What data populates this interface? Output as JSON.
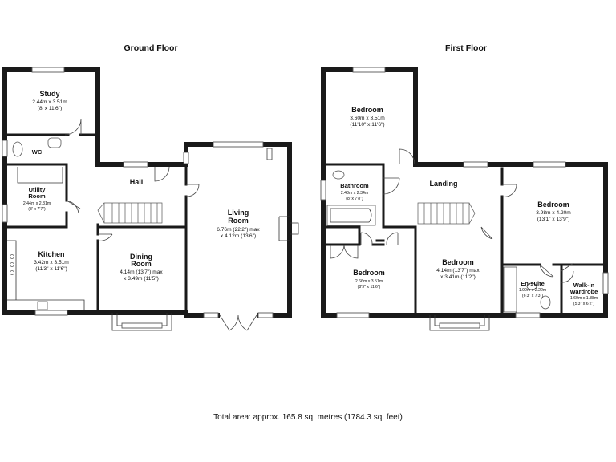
{
  "floors": {
    "ground": {
      "title": "Ground Floor",
      "rooms": {
        "study": {
          "name": "Study",
          "dim1": "2.44m x 3.51m",
          "dim2": "(8' x 11'6\")"
        },
        "wc": {
          "name": "WC"
        },
        "hall": {
          "name": "Hall"
        },
        "utility": {
          "name1": "Utility",
          "name2": "Room",
          "dim1": "2.44m x 2.31m",
          "dim2": "(8' x 7'7\")"
        },
        "kitchen": {
          "name": "Kitchen",
          "dim1": "3.42m x 3.51m",
          "dim2": "(11'3\" x 11'6\")"
        },
        "dining": {
          "name1": "Dining",
          "name2": "Room",
          "dim1": "4.14m (13'7\") max",
          "dim2": "x 3.49m (11'5\")"
        },
        "living": {
          "name1": "Living",
          "name2": "Room",
          "dim1": "6.76m (22'2\") max",
          "dim2": "x 4.12m (13'6\")"
        }
      }
    },
    "first": {
      "title": "First Floor",
      "rooms": {
        "bed_a": {
          "name": "Bedroom",
          "dim1": "3.60m x 3.51m",
          "dim2": "(11'10\" x 11'6\")"
        },
        "bathroom": {
          "name": "Bathroom",
          "dim1": "2.43m x 2.34m",
          "dim2": "(8' x 7'8\")"
        },
        "landing": {
          "name": "Landing"
        },
        "bed_b": {
          "name": "Bedroom",
          "dim1": "3.98m x 4.20m",
          "dim2": "(13'1\" x 13'9\")"
        },
        "bed_c": {
          "name": "Bedroom",
          "dim1": "2.66m x 3.51m",
          "dim2": "(8'9\" x 11'6\")"
        },
        "bed_d": {
          "name": "Bedroom",
          "dim1": "4.14m (13'7\") max",
          "dim2": "x 3.41m (11'2\")"
        },
        "ensuite": {
          "name": "En-suite",
          "dim1": "1.90m x 2.22m",
          "dim2": "(6'3\" x 7'3\")"
        },
        "wardrobe": {
          "name1": "Walk-in",
          "name2": "Wardrobe",
          "dim1": "1.60m x 1.88m",
          "dim2": "(5'3\" x 6'2\")"
        }
      }
    }
  },
  "footer": {
    "total_area": "Total area: approx. 165.8 sq. metres (1784.3 sq. feet)"
  }
}
